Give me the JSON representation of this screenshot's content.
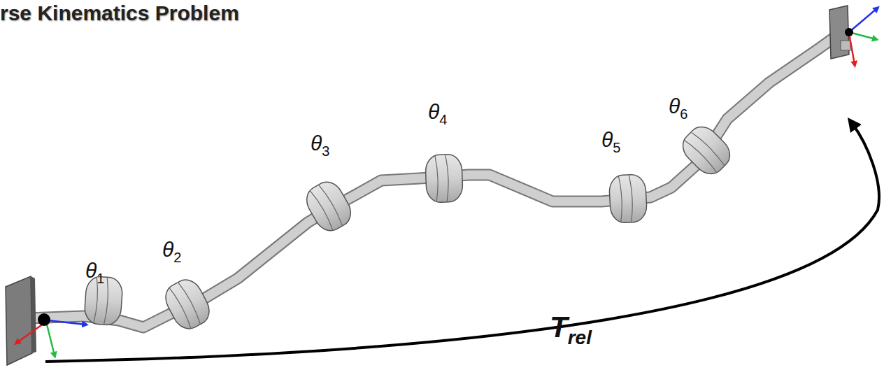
{
  "diagram": {
    "title": "rse Kinematics Problem",
    "labels": [
      "θ1",
      "θ2",
      "θ3",
      "θ4",
      "θ5",
      "θ6",
      "Trel"
    ]
  }
}
